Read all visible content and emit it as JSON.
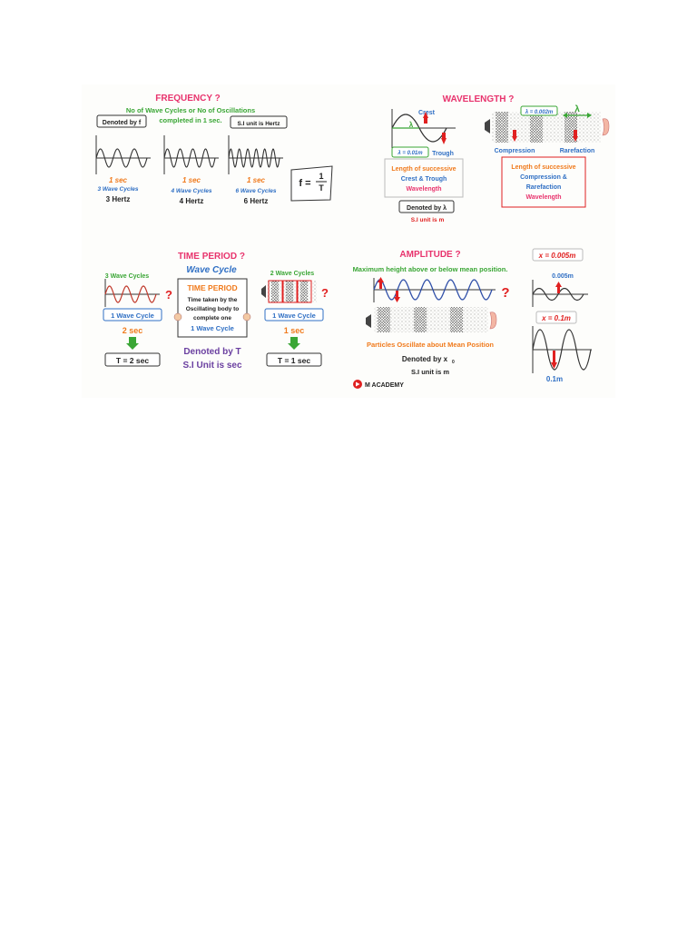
{
  "frequency": {
    "title": "FREQUENCY ?",
    "definition_line1": "No of Wave Cycles or No of Oscillations",
    "definition_line2": "completed in 1 sec.",
    "denoted": "Denoted by f",
    "si_unit": "S.I unit is Hertz",
    "formula_lhs": "f =",
    "formula_num": "1",
    "formula_den": "T",
    "examples": [
      {
        "time": "1 sec",
        "cycles_text": "3 Wave Cycles",
        "hertz": "3 Hertz",
        "cycles": 3
      },
      {
        "time": "1 sec",
        "cycles_text": "4 Wave Cycles",
        "hertz": "4 Hertz",
        "cycles": 4
      },
      {
        "time": "1 sec",
        "cycles_text": "6 Wave Cycles",
        "hertz": "6 Hertz",
        "cycles": 6
      }
    ]
  },
  "wavelength": {
    "title": "WAVELENGTH ?",
    "crest": "Crest",
    "trough": "Trough",
    "lambda_symbol": "λ",
    "transverse_value": "λ = 0.01m",
    "longitudinal_value": "λ = 0.002m",
    "compression": "Compression",
    "rarefaction": "Rarefaction",
    "box1": [
      "Length of successive",
      "Crest & Trough",
      "Wavelength"
    ],
    "box2": [
      "Length of successive",
      "Compression &",
      "Rarefaction",
      "Wavelength"
    ],
    "denoted": "Denoted by λ",
    "si_unit": "S.I unit is m"
  },
  "time_period": {
    "title": "TIME PERIOD ?",
    "subtitle": "Wave Cycle",
    "left_cycles": "3 Wave Cycles",
    "right_cycles": "2 Wave Cycles",
    "question": "?",
    "one_cycle": "1 Wave Cycle",
    "left_time": "2 sec",
    "right_time": "1 sec",
    "left_result": "T = 2 sec",
    "right_result": "T = 1 sec",
    "card_title": "TIME PERIOD",
    "card_lines": [
      "Time taken by the",
      "Oscillating body to",
      "complete one"
    ],
    "card_cycle": "1 Wave Cycle",
    "denoted": "Denoted by T",
    "si_unit": "S.I Unit is sec"
  },
  "amplitude": {
    "title": "AMPLITUDE ?",
    "definition": "Maximum height above or below mean position.",
    "question": "?",
    "particles": "Particles Oscillate about Mean Position",
    "denoted": "Denoted by x",
    "denoted_sub": "0",
    "si_unit": "S.I unit is m",
    "small_label": "x = 0.005m",
    "small_value": "0.005m",
    "large_label": "x = 0.1m",
    "large_value": "0.1m"
  },
  "brand": {
    "name": "M ACADEMY",
    "play_icon": "youtube-play-icon"
  },
  "colors": {
    "pink": "#e8336d",
    "green": "#3aa635",
    "orange": "#f07a1c",
    "blue": "#2f6fc4",
    "red": "#e02020",
    "purple": "#6a3fa0",
    "dark": "#222222"
  }
}
